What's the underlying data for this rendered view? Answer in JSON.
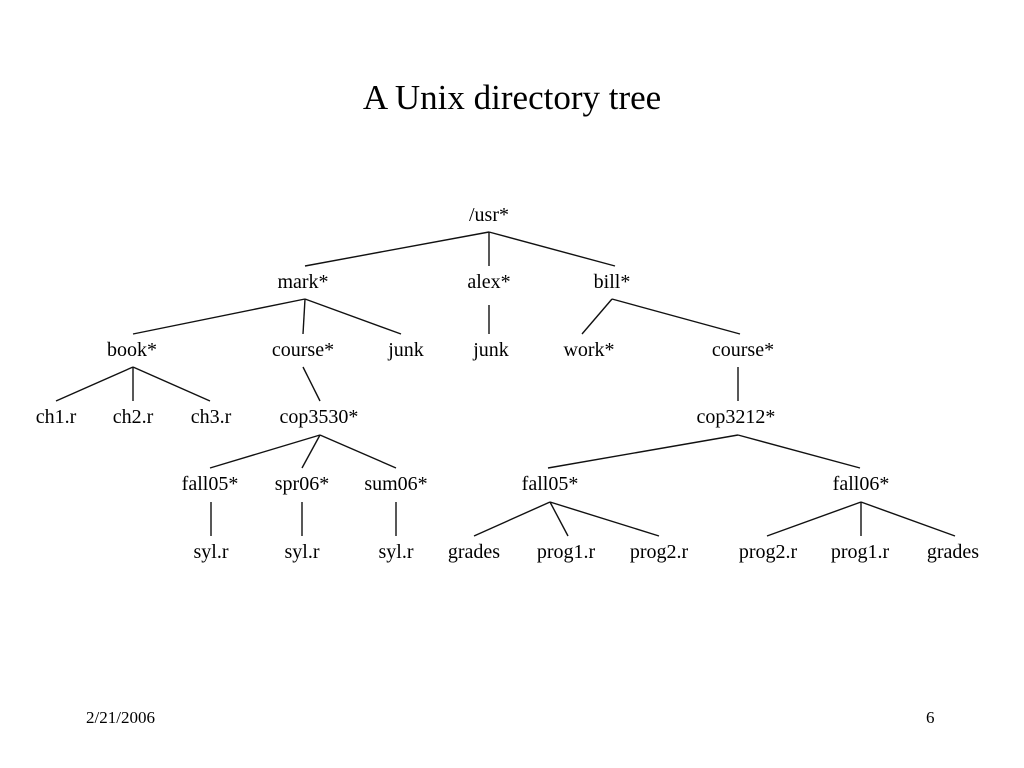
{
  "slide": {
    "title": "A Unix directory tree",
    "footer_date": "2/21/2006",
    "page_number": "6"
  },
  "tree": {
    "nodes": [
      {
        "id": "usr",
        "label": "/usr*"
      },
      {
        "id": "mark",
        "label": "mark*"
      },
      {
        "id": "alex",
        "label": "alex*"
      },
      {
        "id": "bill",
        "label": "bill*"
      },
      {
        "id": "book",
        "label": "book*"
      },
      {
        "id": "mark_course",
        "label": "course*"
      },
      {
        "id": "mark_junk",
        "label": "junk"
      },
      {
        "id": "alex_junk",
        "label": "junk"
      },
      {
        "id": "work",
        "label": "work*"
      },
      {
        "id": "bill_course",
        "label": "course*"
      },
      {
        "id": "ch1",
        "label": "ch1.r"
      },
      {
        "id": "ch2",
        "label": "ch2.r"
      },
      {
        "id": "ch3",
        "label": "ch3.r"
      },
      {
        "id": "cop3530",
        "label": "cop3530*"
      },
      {
        "id": "cop3212",
        "label": "cop3212*"
      },
      {
        "id": "c3530_fall05",
        "label": "fall05*"
      },
      {
        "id": "c3530_spr06",
        "label": "spr06*"
      },
      {
        "id": "c3530_sum06",
        "label": "sum06*"
      },
      {
        "id": "c3212_fall05",
        "label": "fall05*"
      },
      {
        "id": "c3212_fall06",
        "label": "fall06*"
      },
      {
        "id": "syl1",
        "label": "syl.r"
      },
      {
        "id": "syl2",
        "label": "syl.r"
      },
      {
        "id": "syl3",
        "label": "syl.r"
      },
      {
        "id": "f05_grades",
        "label": "grades"
      },
      {
        "id": "f05_prog1",
        "label": "prog1.r"
      },
      {
        "id": "f05_prog2",
        "label": "prog2.r"
      },
      {
        "id": "f06_prog2",
        "label": "prog2.r"
      },
      {
        "id": "f06_prog1",
        "label": "prog1.r"
      },
      {
        "id": "f06_grades",
        "label": "grades"
      }
    ],
    "edges": [
      [
        "usr",
        "mark"
      ],
      [
        "usr",
        "alex"
      ],
      [
        "usr",
        "bill"
      ],
      [
        "mark",
        "book"
      ],
      [
        "mark",
        "mark_course"
      ],
      [
        "mark",
        "mark_junk"
      ],
      [
        "alex",
        "alex_junk"
      ],
      [
        "bill",
        "work"
      ],
      [
        "bill",
        "bill_course"
      ],
      [
        "book",
        "ch1"
      ],
      [
        "book",
        "ch2"
      ],
      [
        "book",
        "ch3"
      ],
      [
        "mark_course",
        "cop3530"
      ],
      [
        "bill_course",
        "cop3212"
      ],
      [
        "cop3530",
        "c3530_fall05"
      ],
      [
        "cop3530",
        "c3530_spr06"
      ],
      [
        "cop3530",
        "c3530_sum06"
      ],
      [
        "cop3212",
        "c3212_fall05"
      ],
      [
        "cop3212",
        "c3212_fall06"
      ],
      [
        "c3530_fall05",
        "syl1"
      ],
      [
        "c3530_spr06",
        "syl2"
      ],
      [
        "c3530_sum06",
        "syl3"
      ],
      [
        "c3212_fall05",
        "f05_grades"
      ],
      [
        "c3212_fall05",
        "f05_prog1"
      ],
      [
        "c3212_fall05",
        "f05_prog2"
      ],
      [
        "c3212_fall06",
        "f06_prog2"
      ],
      [
        "c3212_fall06",
        "f06_prog1"
      ],
      [
        "c3212_fall06",
        "f06_grades"
      ]
    ]
  }
}
